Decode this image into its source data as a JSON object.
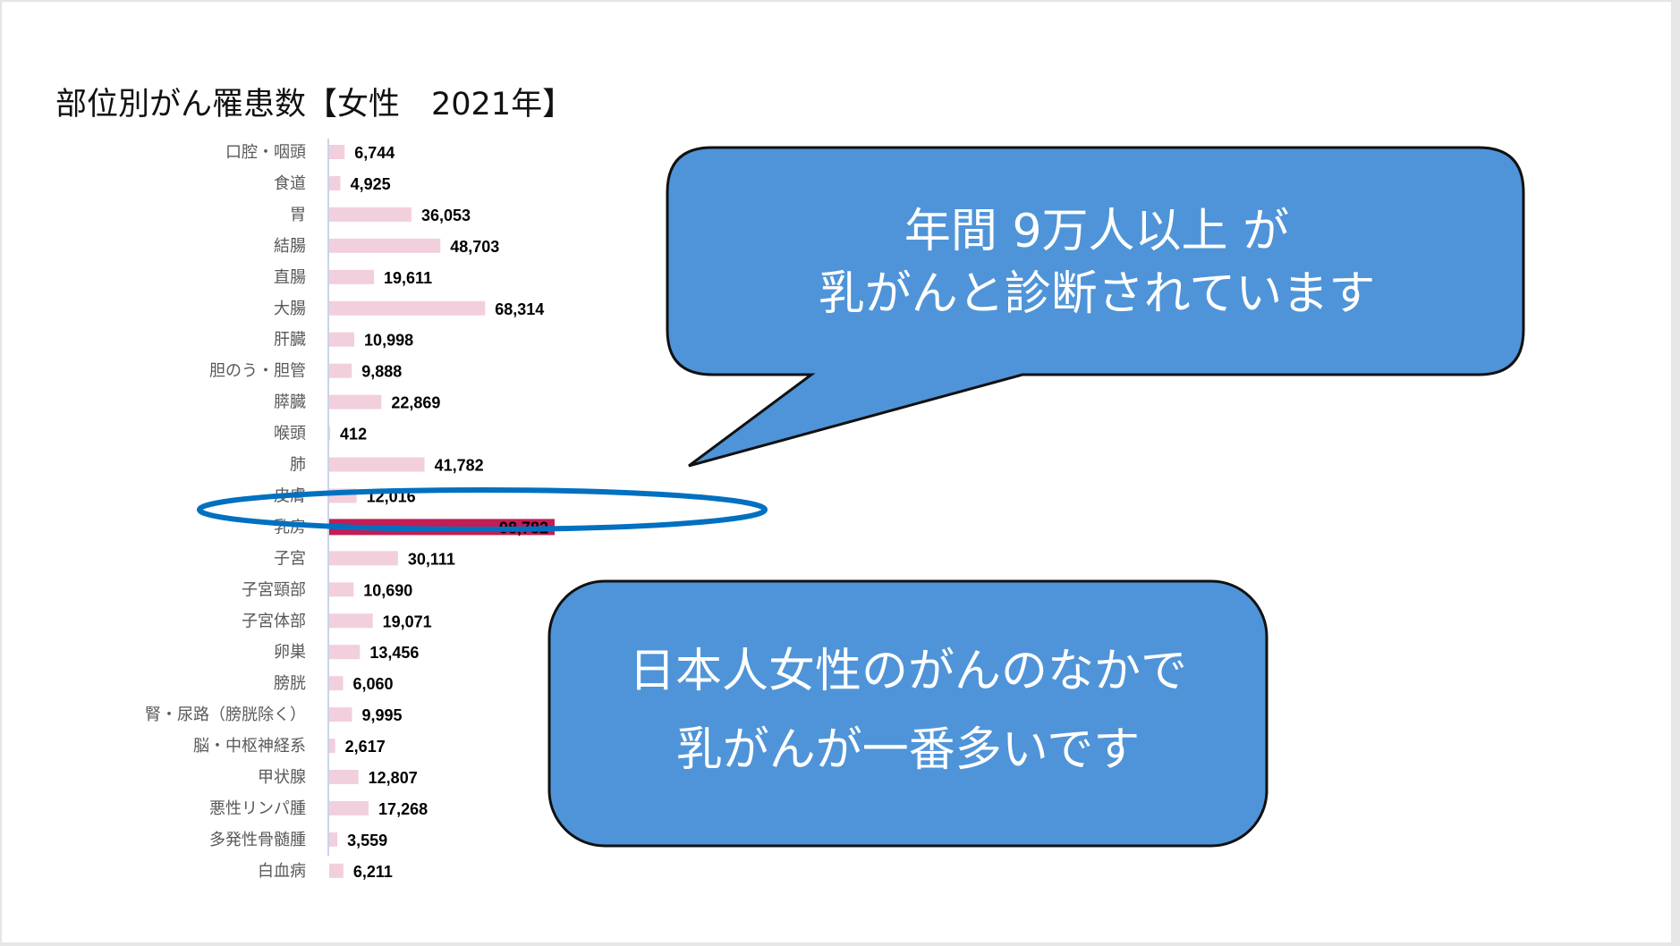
{
  "chart_data": {
    "type": "bar",
    "orientation": "horizontal",
    "title": "部位別がん罹患数【女性　2021年】",
    "categories": [
      "口腔・咽頭",
      "食道",
      "胃",
      "結腸",
      "直腸",
      "大腸",
      "肝臓",
      "胆のう・胆管",
      "膵臓",
      "喉頭",
      "肺",
      "皮膚",
      "乳房",
      "子宮",
      "子宮頸部",
      "子宮体部",
      "卵巣",
      "膀胱",
      "腎・尿路（膀胱除く）",
      "脳・中枢神経系",
      "甲状腺",
      "悪性リンパ腫",
      "多発性骨髄腫",
      "白血病"
    ],
    "values": [
      6744,
      4925,
      36053,
      48703,
      19611,
      68314,
      10998,
      9888,
      22869,
      412,
      41782,
      12016,
      98782,
      30111,
      10690,
      19071,
      13456,
      6060,
      9995,
      2617,
      12807,
      17268,
      3559,
      6211
    ],
    "value_labels": [
      "6,744",
      "4,925",
      "36,053",
      "48,703",
      "19,611",
      "68,314",
      "10,998",
      "9,888",
      "22,869",
      "412",
      "41,782",
      "12,016",
      "98,782",
      "30,111",
      "10,690",
      "19,071",
      "13,456",
      "6,060",
      "9,995",
      "2,617",
      "12,807",
      "17,268",
      "3,559",
      "6,211"
    ],
    "highlight_category": "乳房",
    "colors": {
      "bar": "#F2CFDC",
      "highlight": "#C21D55",
      "highlight_ellipse": "#0070C0"
    },
    "xlim": [
      0,
      100000
    ],
    "grid": false,
    "legend": "none"
  },
  "callouts": {
    "top": {
      "lines": [
        "年間 9万人以上 が",
        "乳がんと診断されています"
      ],
      "fill": "#4F94D8"
    },
    "bottom": {
      "lines": [
        "日本人女性のがんのなかで",
        "乳がんが一番多いです"
      ],
      "fill": "#4F94D8"
    }
  }
}
